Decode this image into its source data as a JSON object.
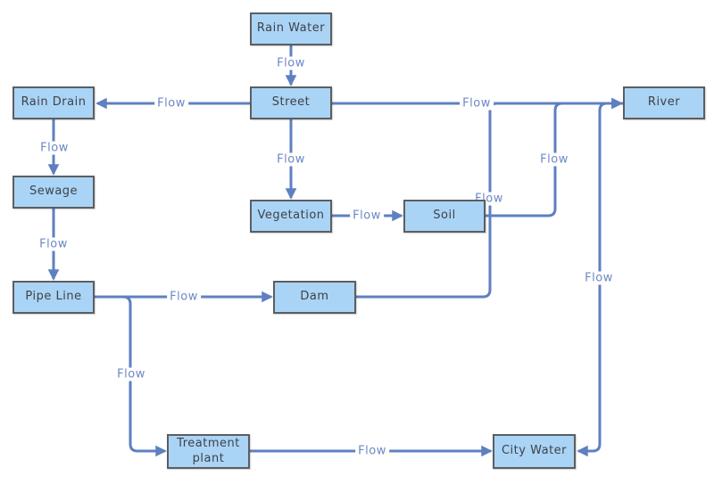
{
  "diagram": {
    "colors": {
      "background": "#ffffff",
      "node_fill": "#aad4f6",
      "node_border": "#5b5e61",
      "node_text": "#3e4247",
      "connector": "#5e80c1",
      "edge_label_text": "#6d88c4"
    },
    "nodes": [
      {
        "id": "rain-water",
        "label": "Rain Water"
      },
      {
        "id": "street",
        "label": "Street"
      },
      {
        "id": "rain-drain",
        "label": "Rain Drain"
      },
      {
        "id": "sewage",
        "label": "Sewage"
      },
      {
        "id": "pipe-line",
        "label": "Pipe Line"
      },
      {
        "id": "vegetation",
        "label": "Vegetation"
      },
      {
        "id": "soil",
        "label": "Soil"
      },
      {
        "id": "dam",
        "label": "Dam"
      },
      {
        "id": "treatment-plant",
        "label": "Treatment plant"
      },
      {
        "id": "city-water",
        "label": "City Water"
      },
      {
        "id": "river",
        "label": "River"
      }
    ],
    "edges": [
      {
        "from": "rain-water",
        "to": "street",
        "label": "Flow"
      },
      {
        "from": "street",
        "to": "rain-drain",
        "label": "Flow"
      },
      {
        "from": "street",
        "to": "river",
        "label": "Flow"
      },
      {
        "from": "street",
        "to": "vegetation",
        "label": "Flow"
      },
      {
        "from": "rain-drain",
        "to": "sewage",
        "label": "Flow"
      },
      {
        "from": "sewage",
        "to": "pipe-line",
        "label": "Flow"
      },
      {
        "from": "vegetation",
        "to": "soil",
        "label": "Flow"
      },
      {
        "from": "pipe-line",
        "to": "dam",
        "label": "Flow"
      },
      {
        "from": "pipe-line",
        "to": "treatment-plant",
        "label": "Flow"
      },
      {
        "from": "soil",
        "to": "river",
        "label": "Flow"
      },
      {
        "from": "dam",
        "to": "river",
        "label": "Flow"
      },
      {
        "from": "river",
        "to": "city-water",
        "label": "Flow"
      },
      {
        "from": "treatment-plant",
        "to": "city-water",
        "label": "Flow"
      }
    ]
  }
}
